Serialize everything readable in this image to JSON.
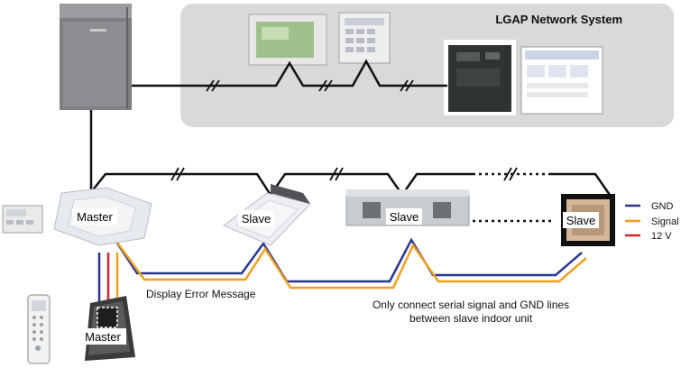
{
  "network": {
    "title": "LGAP Network System"
  },
  "units": {
    "master_label": "Master",
    "slave1_label": "Slave",
    "slave2_label": "Slave",
    "slave3_label": "Slave",
    "controller_label": "Master"
  },
  "annotations": {
    "display_error": "Display Error Message",
    "note_line1": "Only connect serial signal and GND lines",
    "note_line2": "between slave indoor unit"
  },
  "legend": {
    "items": [
      {
        "label": "GND",
        "color": "#2a3590"
      },
      {
        "label": "Signal",
        "color": "#f0a020"
      },
      {
        "label": "12 V",
        "color": "#d8202a"
      }
    ]
  },
  "colors": {
    "gnd": "#2a3590",
    "signal": "#f0a020",
    "v12": "#d8202a",
    "panel": "#d9d9d9"
  }
}
